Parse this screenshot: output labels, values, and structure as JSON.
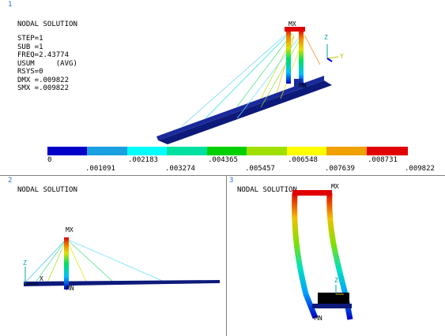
{
  "vp1": {
    "number": "1",
    "title": "NODAL SOLUTION",
    "info": [
      "STEP=1",
      "SUB =1",
      "FREQ=2.43774",
      "USUM     (AVG)",
      "RSYS=0",
      "DMX =.009822",
      "SMX =.009822"
    ],
    "mx": "MX",
    "mn": "MN",
    "axis_z": "Z",
    "axis_y": "Y"
  },
  "vp2": {
    "number": "2",
    "title": "NODAL SOLUTION",
    "mx": "MX",
    "mn": "MN",
    "axis_z": "Z",
    "axis_x": "X"
  },
  "vp3": {
    "number": "3",
    "title": "NODAL SOLUTION",
    "mx": "MX",
    "mn": "MN",
    "axis_z": "Z"
  },
  "legend": {
    "colors": [
      "#0000c8",
      "#1aa0e0",
      "#00ffff",
      "#00e0a0",
      "#00d000",
      "#a0e000",
      "#ffff00",
      "#f0a000",
      "#e00000"
    ],
    "labels_top": [
      "0",
      ".002183",
      ".004365",
      ".006548",
      ".008731"
    ],
    "labels_bottom": [
      ".001091",
      ".003274",
      ".005457",
      ".007639",
      ".009822"
    ]
  }
}
